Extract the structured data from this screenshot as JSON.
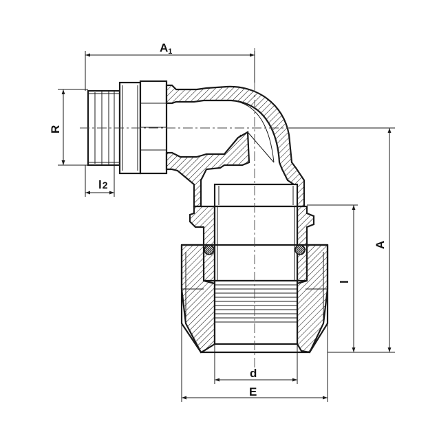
{
  "colors": {
    "ink": "#1a1a1a",
    "hatch_bg": "#ffffff",
    "background": "#ffffff"
  },
  "dimensions": {
    "a1": {
      "main": "A",
      "sub": "1"
    },
    "r": "R",
    "l2": {
      "main": "l",
      "sub": "2"
    },
    "a": "A",
    "l": "l",
    "d": "d",
    "e": "E"
  }
}
